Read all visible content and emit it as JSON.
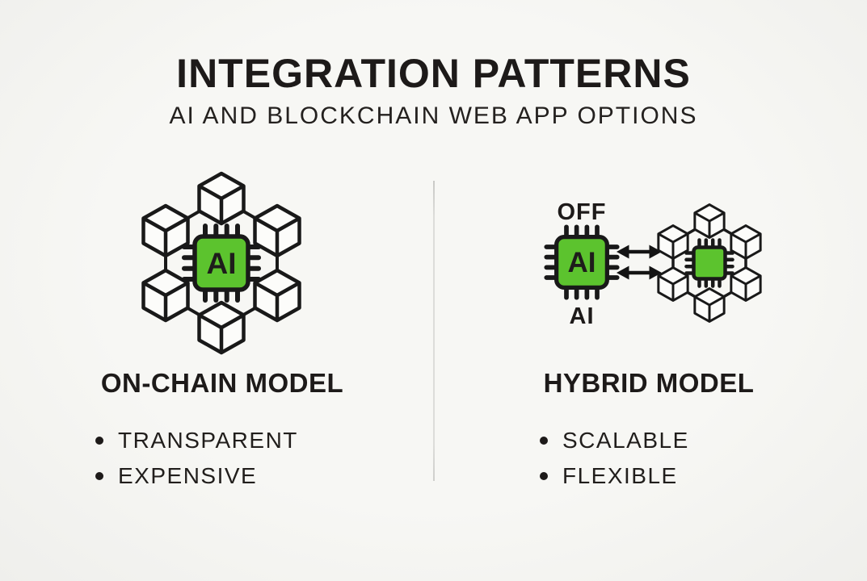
{
  "canvas": {
    "background": "#f5f5f2",
    "text_color": "#1d1a19",
    "accent_green": "#5cc32e",
    "outline_black": "#191919",
    "divider_color": "#d9d9d6"
  },
  "header": {
    "title": "INTEGRATION PATTERNS",
    "subtitle": "AI AND BLOCKCHAIN WEB APP OPTIONS"
  },
  "left_panel": {
    "heading": "ON-CHAIN MODEL",
    "bullets": [
      "TRANSPARENT",
      "EXPENSIVE"
    ],
    "diagram": {
      "type": "blockchain-hexagon-network-with-embedded-ai-chip",
      "chip_label": "AI"
    }
  },
  "right_panel": {
    "heading": "HYBRID MODEL",
    "bullets": [
      "SCALABLE",
      "FLEXIBLE"
    ],
    "diagram": {
      "type": "off-chain-ai-chip-with-bidirectional-arrows-to-blockchain-network",
      "top_label": "OFF",
      "chip_label": "AI",
      "bottom_label": "AI"
    }
  }
}
